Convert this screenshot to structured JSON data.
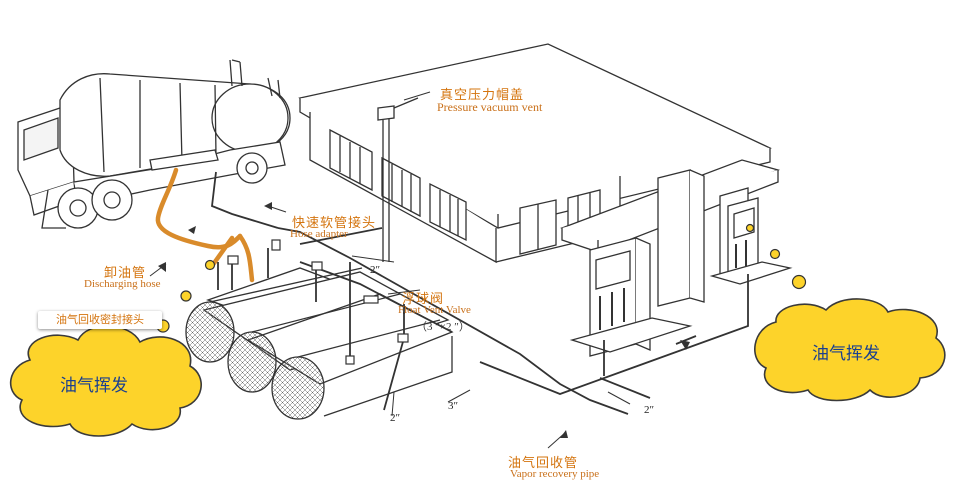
{
  "labels": {
    "pressure_vent_cn": "真空压力帽盖",
    "pressure_vent_en": "Pressure vacuum vent",
    "hose_adapter_cn": "快速软管接头",
    "hose_adapter_en": "Hose adapter",
    "discharging_hose_cn": "卸油管",
    "discharging_hose_en": "Discharging hose",
    "seal_connector_cn": "油气回收密封接头",
    "float_vent_cn": "浮球阀",
    "float_vent_en": "Float Vent Valve",
    "float_vent_size": "（3 ″×2 ″）",
    "vapor_pipe_cn": "油气回收管",
    "vapor_pipe_en": "Vapor recovery pipe"
  },
  "dimensions": {
    "d1": "2″",
    "d2": "2″",
    "d3": "3″",
    "d4": "2″"
  },
  "clouds": {
    "left": "油气挥发",
    "right": "油气挥发"
  },
  "colors": {
    "label": "#d4740e",
    "cloud_fill": "#fdd32a",
    "cloud_stroke": "#3a3a3a",
    "cloud_text": "#1a3f8f",
    "hose": "#d98b2b",
    "line": "#333333"
  }
}
